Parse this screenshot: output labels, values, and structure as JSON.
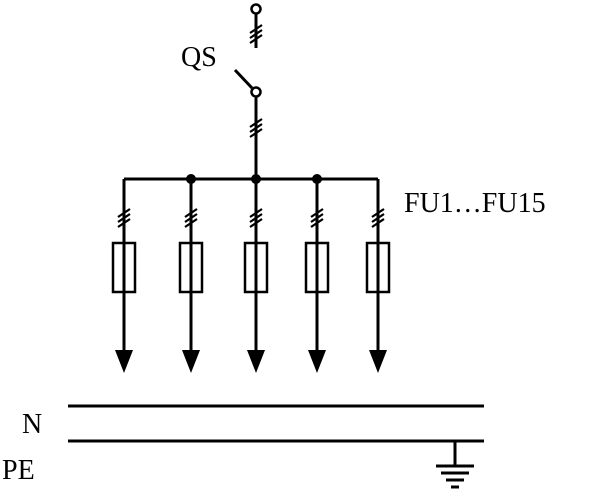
{
  "diagram": {
    "switch_label": "QS",
    "fuse_group_label": "FU1…FU15",
    "neutral_label": "N",
    "protective_earth_label": "PE",
    "outgoing_circuit_count": 5
  }
}
